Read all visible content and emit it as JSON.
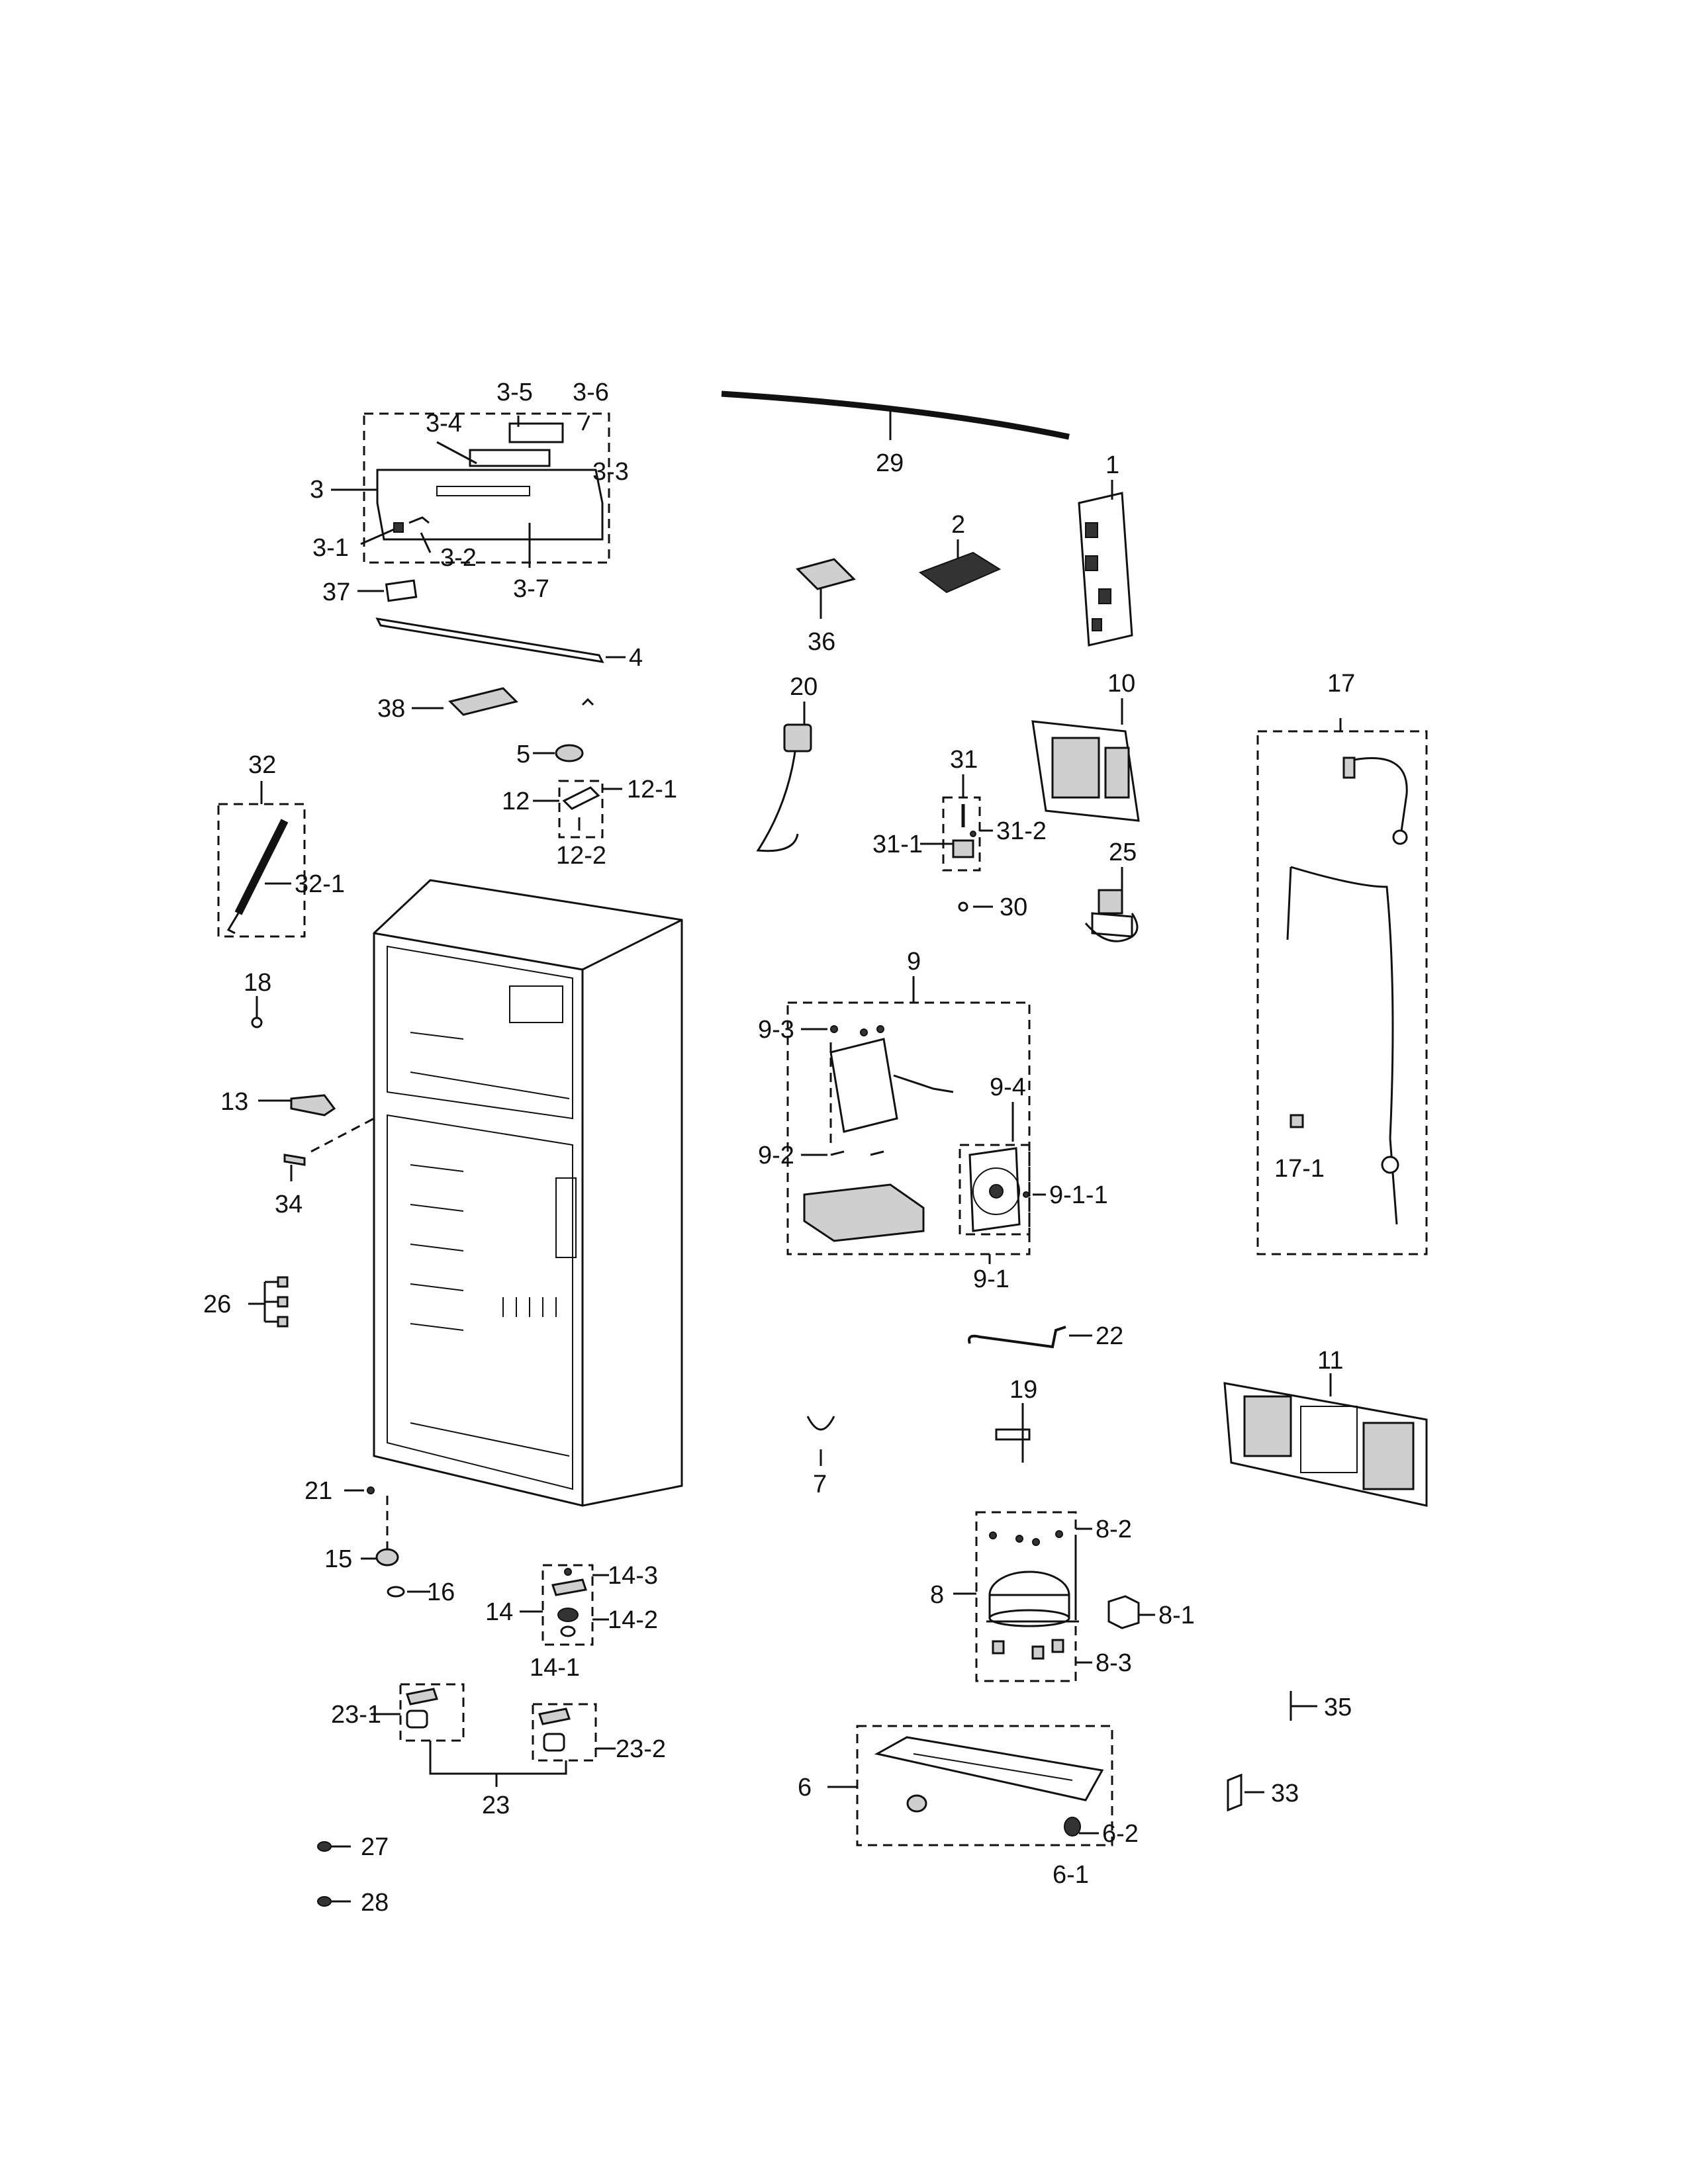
{
  "labels": {
    "p1": "1",
    "p2": "2",
    "p3": "3",
    "p3_1": "3-1",
    "p3_2": "3-2",
    "p3_3": "3-3",
    "p3_4": "3-4",
    "p3_5": "3-5",
    "p3_6": "3-6",
    "p3_7": "3-7",
    "p4": "4",
    "p5": "5",
    "p6": "6",
    "p6_1": "6-1",
    "p6_2": "6-2",
    "p7": "7",
    "p8": "8",
    "p8_1": "8-1",
    "p8_2": "8-2",
    "p8_3": "8-3",
    "p9": "9",
    "p9_1": "9-1",
    "p9_1_1": "9-1-1",
    "p9_2": "9-2",
    "p9_3": "9-3",
    "p9_4": "9-4",
    "p10": "10",
    "p11": "11",
    "p12": "12",
    "p12_1": "12-1",
    "p12_2": "12-2",
    "p13": "13",
    "p14": "14",
    "p14_1": "14-1",
    "p14_2": "14-2",
    "p14_3": "14-3",
    "p15": "15",
    "p16": "16",
    "p17": "17",
    "p17_1": "17-1",
    "p18": "18",
    "p19": "19",
    "p20": "20",
    "p21": "21",
    "p22": "22",
    "p23": "23",
    "p23_1": "23-1",
    "p23_2": "23-2",
    "p25": "25",
    "p26": "26",
    "p27": "27",
    "p28": "28",
    "p29": "29",
    "p30": "30",
    "p31": "31",
    "p31_1": "31-1",
    "p31_2": "31-2",
    "p32": "32",
    "p32_1": "32-1",
    "p33": "33",
    "p34": "34",
    "p35": "35",
    "p36": "36",
    "p37": "37",
    "p38": "38"
  }
}
